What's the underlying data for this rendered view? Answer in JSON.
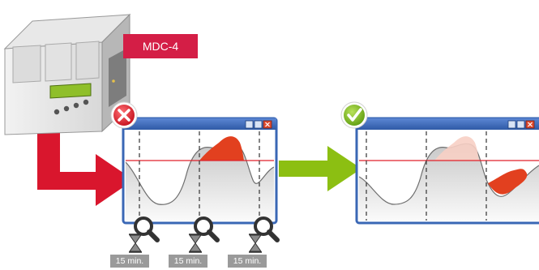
{
  "device": {
    "label": "MDC-4"
  },
  "panels": [
    {
      "status": "error",
      "status_icon": "x-icon",
      "window_buttons": [
        "minimize-icon",
        "maximize-icon",
        "close-icon"
      ]
    },
    {
      "status": "ok",
      "status_icon": "checkmark-icon",
      "window_buttons": [
        "minimize-icon",
        "maximize-icon",
        "close-icon"
      ]
    }
  ],
  "interval_markers": [
    {
      "icon": "hourglass-magnifier-icon",
      "label": "15 min."
    },
    {
      "icon": "hourglass-magnifier-icon",
      "label": "15 min."
    },
    {
      "icon": "hourglass-magnifier-icon",
      "label": "15 min."
    }
  ],
  "colors": {
    "device_label": "#d41e46",
    "error_arrow": "#d9162d",
    "ok_arrow": "#8cbf12",
    "window_frame": "#3a67b5",
    "peak": "#e2401f",
    "threshold_line": "#e0202a"
  }
}
